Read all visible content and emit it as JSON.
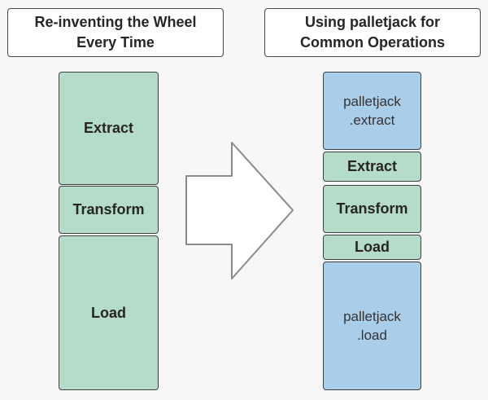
{
  "diagram": {
    "background_color": "#f7f7f7",
    "left_panel": {
      "title": {
        "line1": "Re-inventing the Wheel",
        "line2": "Every Time"
      },
      "boxes": [
        {
          "label": "Extract"
        },
        {
          "label": "Transform"
        },
        {
          "label": "Load"
        }
      ]
    },
    "right_panel": {
      "title": {
        "line1": "Using palletjack for",
        "line2": "Common Operations"
      },
      "boxes": [
        {
          "line1": "palletjack",
          "line2": ".extract"
        },
        {
          "label": "Extract"
        },
        {
          "label": "Transform"
        },
        {
          "label": "Load"
        },
        {
          "line1": "palletjack",
          "line2": ".load"
        }
      ]
    },
    "arrow": {
      "direction": "right"
    },
    "colors": {
      "manual_box_fill": "#b5dcc8",
      "palletjack_box_fill": "#aacdea",
      "box_border": "#404040",
      "title_box_fill": "#ffffff",
      "title_box_border": "#4a4a4a",
      "text": "#262626",
      "palletjack_text": "#333333",
      "arrow_fill": "#ffffff",
      "arrow_outline": "#8a8a8a"
    }
  }
}
